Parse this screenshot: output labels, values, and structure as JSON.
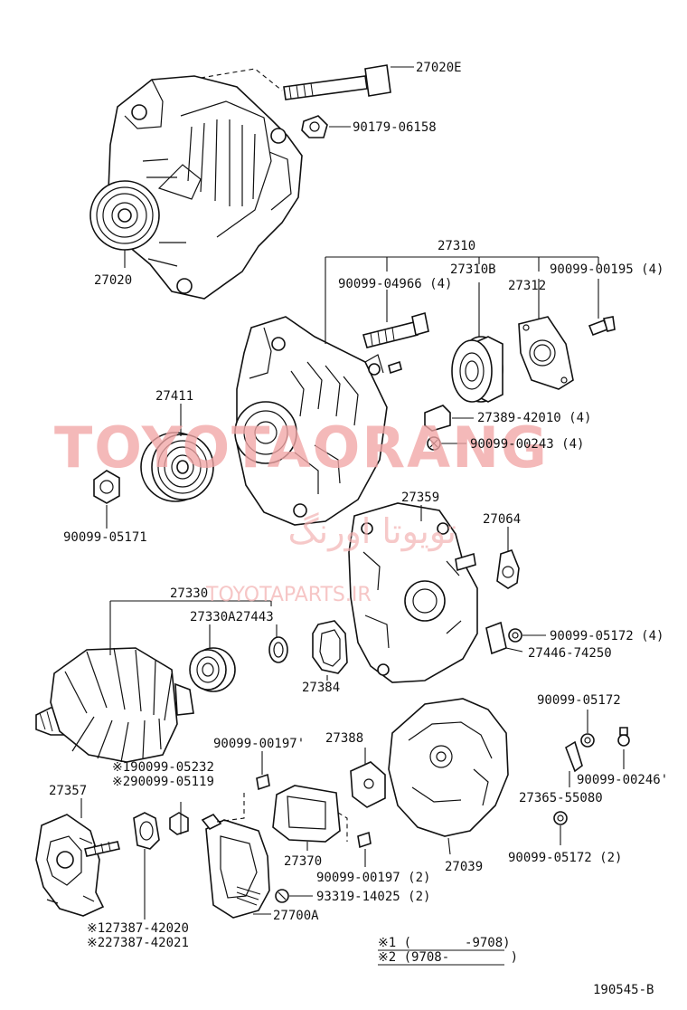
{
  "labels": {
    "bolt_27020E": "27020E",
    "nut_90179": "90179-06158",
    "alternator_27020": "27020",
    "frame_27310": "27310",
    "stud_90099_04966": "90099-04966 (4)",
    "bearing_27310B": "27310B",
    "screw_90099_00195": "90099-00195 (4)",
    "plate_27312": "27312",
    "pulley_27411": "27411",
    "clip_27389": "27389-42010 (4)",
    "screw_90099_00243": "90099-00243 (4)",
    "nut_90099_05171": "90099-05171",
    "frame_27359": "27359",
    "spacer_27064": "27064",
    "rotor_27330": "27330",
    "bearing_27330A_27443": "27330A27443",
    "nut_90099_05172_4": "90099-05172 (4)",
    "insulator_27446": "27446-74250",
    "ring_27384": "27384",
    "nut_90099_05172": "90099-05172",
    "screw_90099_00197a": "90099-00197'",
    "holder_27388": "27388",
    "cover_27039": "27039",
    "note_1": "※190099-05232",
    "note_2": "※290099-05119",
    "rectifier_27357": "27357",
    "screw_90099_00246": "90099-00246'",
    "terminal_27365": "27365-55080",
    "brush_27370": "27370",
    "screw_90099_00197b": "90099-00197 (2)",
    "nut_90099_05172_2": "90099-05172 (2)",
    "screw_93319": "93319-14025 (2)",
    "regulator_27700A": "27700A",
    "note_3": "※127387-42020",
    "note_4": "※227387-42021"
  },
  "legend": {
    "row1": "※1 (       -9708)",
    "row2": "※2 (9708-        )"
  },
  "watermark": {
    "brand": "TOYOTAORANG",
    "persian": "تویوتا اورنگ",
    "site": "TOYOTAPARTS.IR"
  },
  "diagram_id": "190545-B"
}
